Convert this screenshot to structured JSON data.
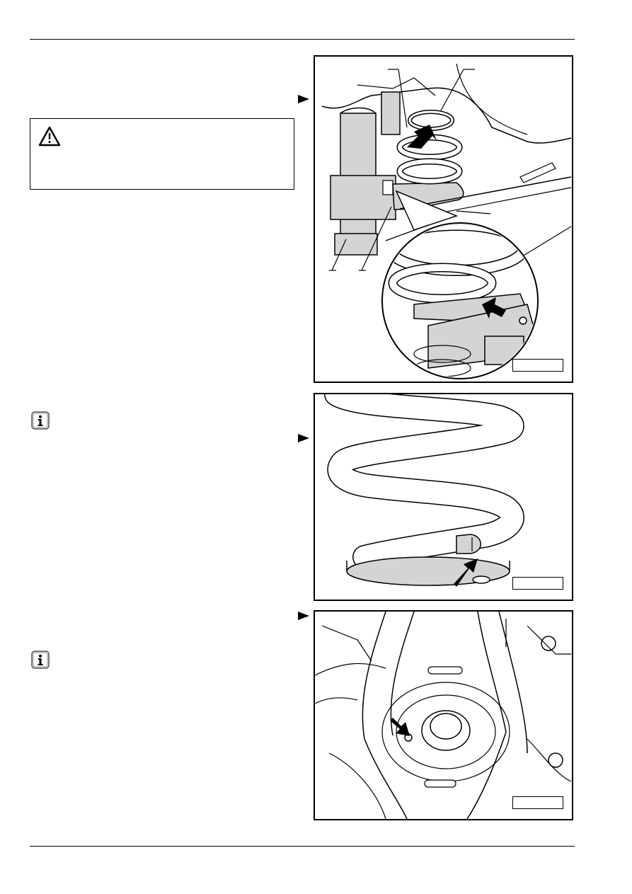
{
  "page": {
    "header_rule": "",
    "footer_rule": ""
  },
  "warning": {
    "icon": "warning-triangle-icon",
    "text": ""
  },
  "notes": [
    {
      "icon": "info-note-icon",
      "text": ""
    },
    {
      "icon": "info-note-icon",
      "text": ""
    }
  ],
  "figures": [
    {
      "name": "spring-seat-removal",
      "callouts": 6,
      "arrows": 2,
      "id": ""
    },
    {
      "name": "spring-end-stop",
      "callouts": 0,
      "arrows": 1,
      "id": ""
    },
    {
      "name": "lower-arm-spring-seat",
      "callouts": 0,
      "arrows": 1,
      "id": ""
    }
  ],
  "colors": {
    "line": "#000000",
    "shade": "#d4d4d4",
    "background": "#ffffff"
  }
}
